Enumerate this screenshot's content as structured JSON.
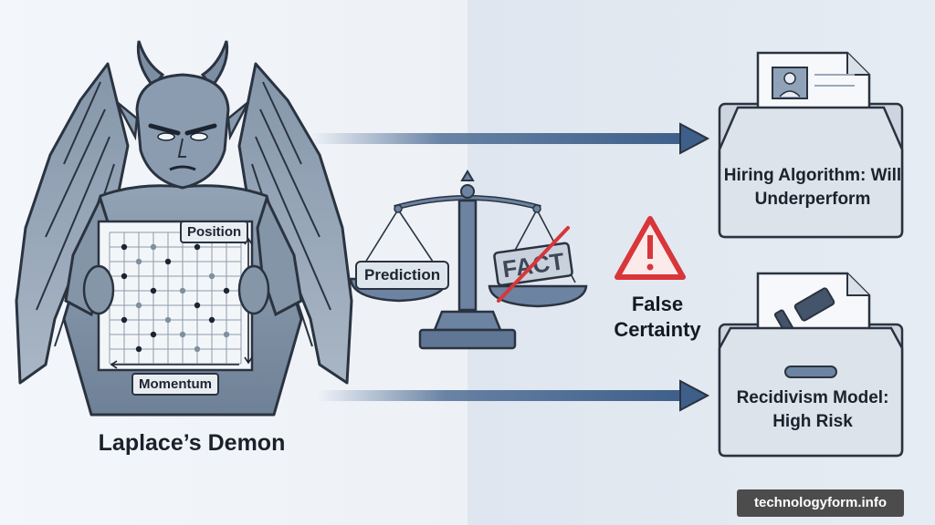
{
  "demon": {
    "title": "Laplace’s Demon",
    "grid_label_top": "Position",
    "grid_label_bottom": "Momentum"
  },
  "scale": {
    "left_pan_label": "Prediction",
    "right_pan_stamp": "FACT"
  },
  "warning": {
    "label": "False Certainty",
    "icon": "warning-triangle-icon",
    "color": "#d8363a"
  },
  "cards": [
    {
      "title": "Hiring Algorithm: Will Underperform",
      "icon": "resume-document-icon"
    },
    {
      "title": "Recidivism Model: High Risk",
      "icon": "gavel-icon"
    }
  ],
  "colors": {
    "arrow": "#3e5f8a",
    "stone": "#7c8ea3",
    "outline": "#2a3340"
  },
  "watermark": "technologyform.info"
}
